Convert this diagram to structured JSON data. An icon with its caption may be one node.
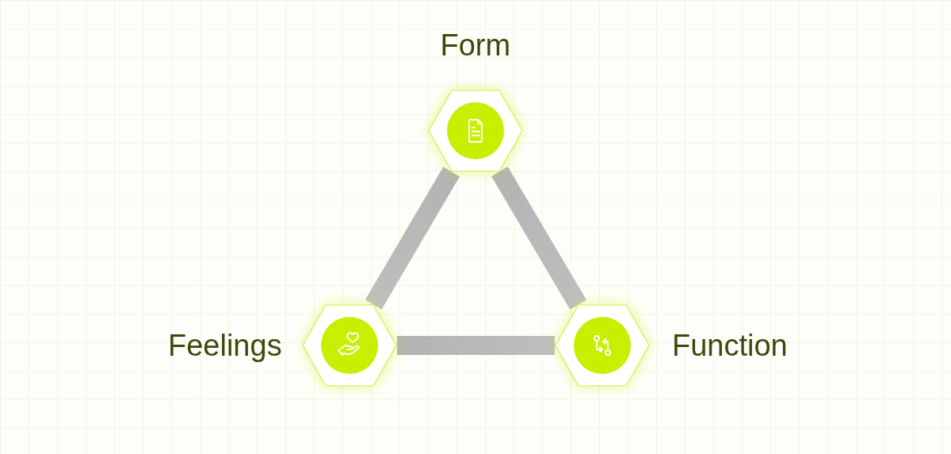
{
  "diagram": {
    "nodes": [
      {
        "text": [],
        "shape": "hexagon",
        "beside": [
          "Form"
        ]
      },
      {
        "text": [],
        "shape": "hexagon",
        "beside": [
          "Feelings"
        ]
      },
      {
        "text": [],
        "shape": "hexagon",
        "beside": [
          "Function"
        ]
      }
    ],
    "edges": [
      {
        "from": 0,
        "to": 1,
        "arrow": "none"
      },
      {
        "from": 0,
        "to": 2,
        "arrow": "none"
      },
      {
        "from": 1,
        "to": 2,
        "arrow": "none"
      }
    ]
  }
}
